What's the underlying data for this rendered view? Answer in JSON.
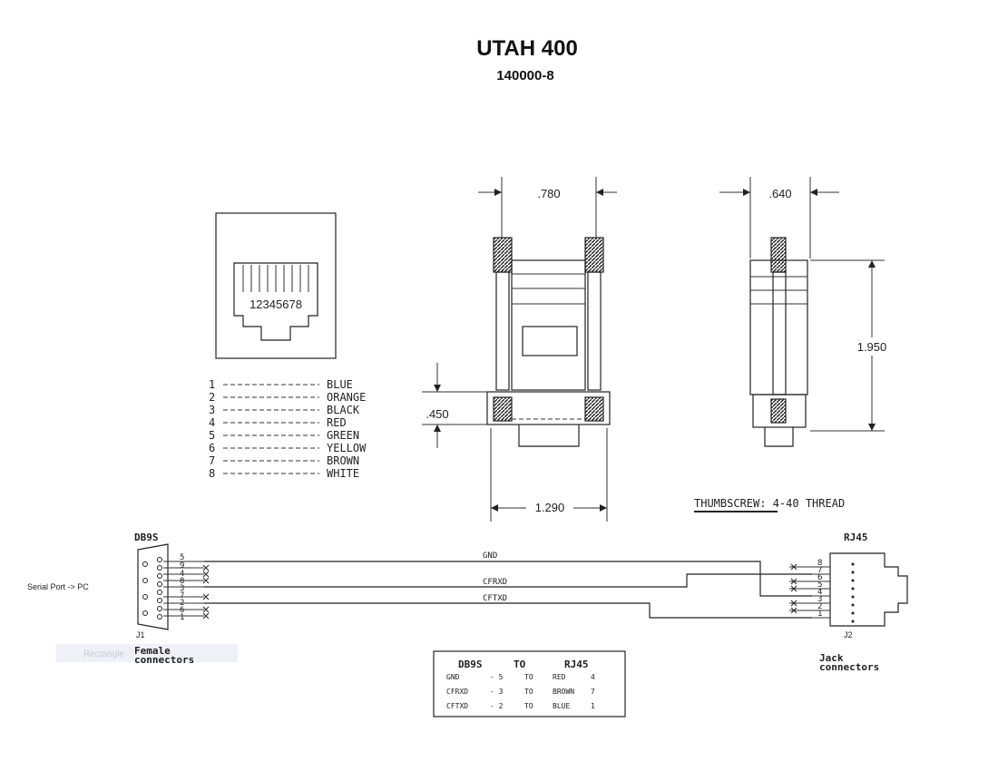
{
  "title": "UTAH 400",
  "part_number": "140000-8",
  "rj45_pin_numbers": "12345678",
  "pinout": [
    {
      "pin": "1",
      "color": "BLUE"
    },
    {
      "pin": "2",
      "color": "ORANGE"
    },
    {
      "pin": "3",
      "color": "BLACK"
    },
    {
      "pin": "4",
      "color": "RED"
    },
    {
      "pin": "5",
      "color": "GREEN"
    },
    {
      "pin": "6",
      "color": "YELLOW"
    },
    {
      "pin": "7",
      "color": "BROWN"
    },
    {
      "pin": "8",
      "color": "WHITE"
    }
  ],
  "dimensions": {
    "width_top": ".780",
    "depth_top": ".640",
    "height_side": "1.950",
    "screw_height": ".450",
    "width_bottom": "1.290"
  },
  "thumbscrew_note": "THUMBSCREW: 4-40 THREAD",
  "wiring": {
    "left_connector": "DB9S",
    "right_connector": "RJ45",
    "left_ref": "J1",
    "right_ref": "J2",
    "left_caption_1": "Female",
    "left_caption_2": "connectors",
    "right_caption_1": "Jack",
    "right_caption_2": "connectors",
    "serial_label": "Serial Port -> PC",
    "faded_label": "Rectangle",
    "db9_pins": [
      "5",
      "9",
      "4",
      "8",
      "3",
      "7",
      "2",
      "6",
      "1"
    ],
    "rj45_pins": [
      "8",
      "7",
      "6",
      "5",
      "4",
      "3",
      "2",
      "1"
    ],
    "signals": [
      "GND",
      "CFRXD",
      "CFTXD"
    ]
  },
  "table": {
    "header": [
      "DB9S",
      "TO",
      "RJ45"
    ],
    "rows": [
      [
        "GND",
        "- 5",
        "TO",
        "RED",
        "4"
      ],
      [
        "CFRXD",
        "- 3",
        "TO",
        "BROWN",
        "7"
      ],
      [
        "CFTXD",
        "- 2",
        "TO",
        "BLUE",
        "1"
      ]
    ]
  }
}
